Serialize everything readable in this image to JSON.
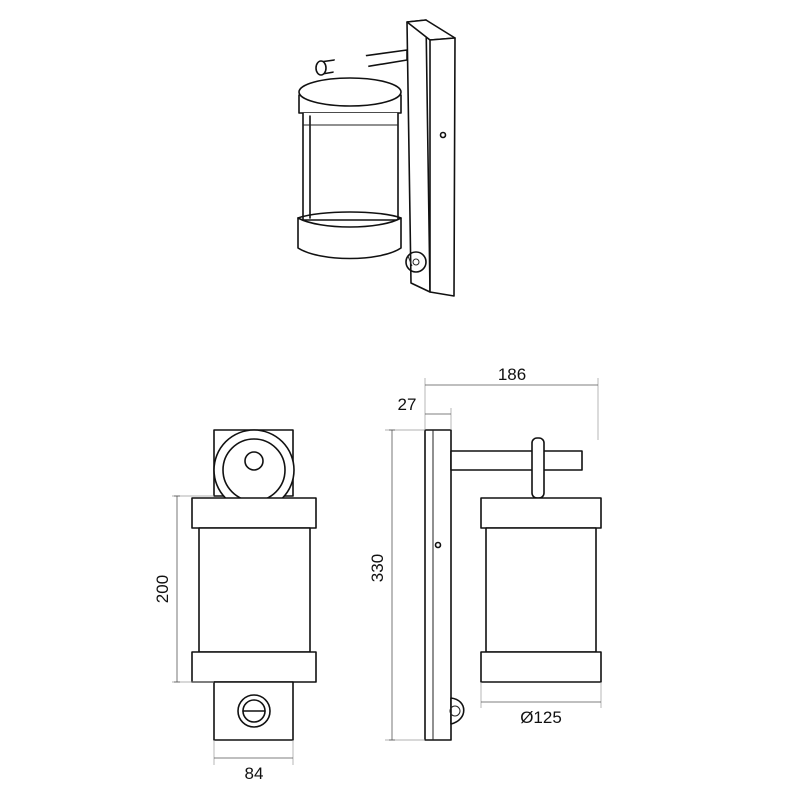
{
  "dimensions": {
    "overall_depth": "186",
    "backplate_depth": "27",
    "overall_height": "330",
    "shade_height": "200",
    "backplate_width": "84",
    "shade_diameter": "Ø125"
  }
}
